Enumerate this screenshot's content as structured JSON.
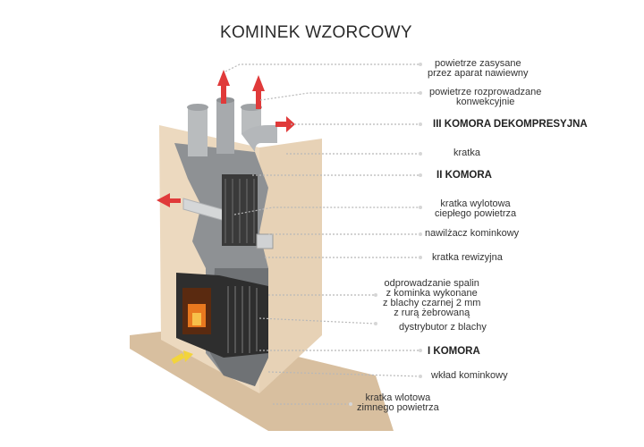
{
  "title": "KOMINEK WZORCOWY",
  "labels": {
    "powietrze_zasysane_1": "powietrze zasysane",
    "powietrze_zasysane_2": "przez aparat nawiewny",
    "powietrze_rozprowadzane_1": "powietrze rozprowadzane",
    "powietrze_rozprowadzane_2": "konwekcyjnie",
    "komora_3": "III KOMORA DEKOMPRESYJNA",
    "kratka": "kratka",
    "komora_2": "II KOMORA",
    "kratka_wylotowa_1": "kratka wylotowa",
    "kratka_wylotowa_2": "ciepłego powietrza",
    "nawilzacz": "nawilżacz kominkowy",
    "kratka_rewizyjna": "kratka rewizyjna",
    "odprowadzanie_1": "odprowadzanie spalin",
    "odprowadzanie_2": "z kominka wykonane",
    "odprowadzanie_3": "z blachy czarnej 2 mm",
    "odprowadzanie_4": "z rurą żebrowaną",
    "dystrybutor": "dystrybutor z blachy",
    "komora_1": "I KOMORA",
    "wklad": "wkład kominkowy",
    "kratka_wlotowa_1": "kratka wlotowa",
    "kratka_wlotowa_2": "zimnego powietrza"
  },
  "colors": {
    "arrow_red": "#e03a3a",
    "arrow_yellow": "#f2d43c",
    "leader": "#c0c0c0",
    "board": "#ecd9bf",
    "floor": "#d8bf9f",
    "duct": "#b9bcbe",
    "stove": "#2e2e2e"
  }
}
